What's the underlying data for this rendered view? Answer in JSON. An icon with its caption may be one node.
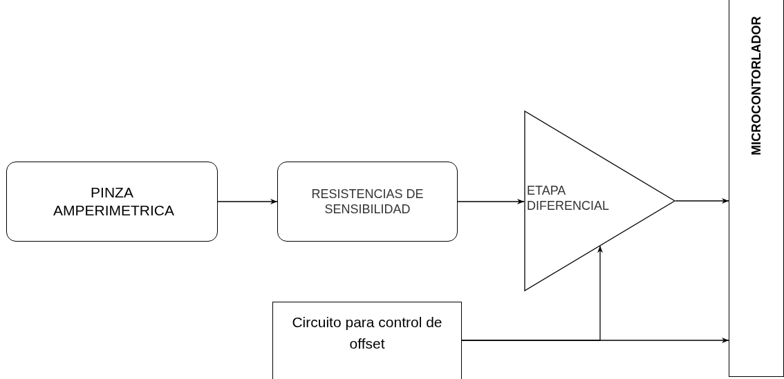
{
  "diagram": {
    "nodes": [
      {
        "text": [
          "PINZA AMPERIMETRICA"
        ]
      },
      {
        "text": [
          "RESISTENCIAS DE SENSIBILIDAD"
        ]
      },
      {
        "text": [
          "ETAPA DIFERENCIAL"
        ]
      },
      {
        "text": [
          "MICROCONTORLADOR"
        ]
      },
      {
        "text": [
          "Circuito para control de offset"
        ]
      }
    ],
    "edges": [
      {
        "from": 0,
        "to": 1,
        "arrow": "to"
      },
      {
        "from": 1,
        "to": 2,
        "arrow": "to"
      },
      {
        "from": 2,
        "to": 3,
        "arrow": "to"
      },
      {
        "from": 4,
        "to": 2,
        "arrow": "to"
      },
      {
        "from": 4,
        "to": 3,
        "arrow": "to"
      }
    ]
  }
}
